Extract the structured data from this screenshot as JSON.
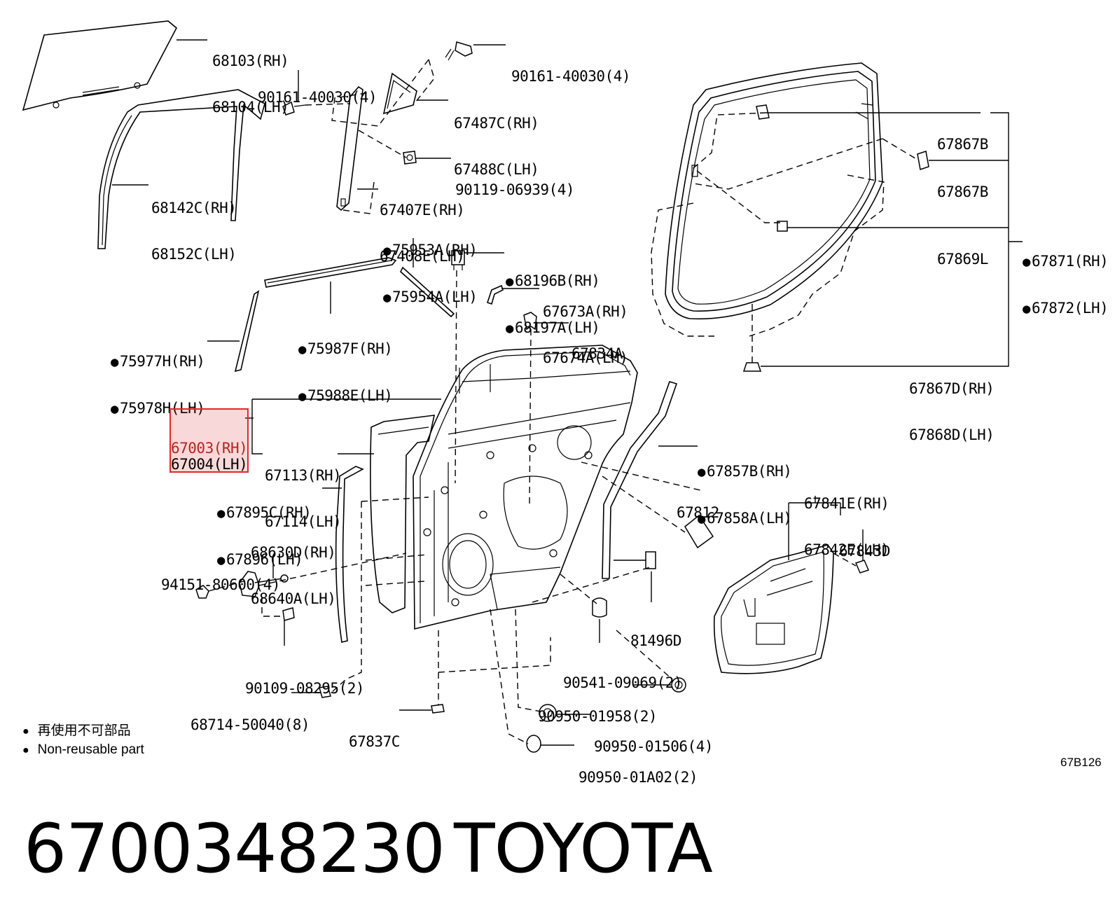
{
  "diagram_code": "67B126",
  "title": {
    "part_number": "6700348230",
    "brand": "TOYOTA"
  },
  "legend": {
    "row_cn": "再使用不可部品",
    "row_en": "Non-reusable part"
  },
  "callouts": {
    "c68103": [
      "68103(RH)",
      "68104(LH)"
    ],
    "c90161a": [
      "90161-40030(4)"
    ],
    "c90161b": [
      "90161-40030(4)"
    ],
    "c67487": [
      "67487C(RH)",
      "67488C(LH)"
    ],
    "c90119": [
      "90119-06939(4)"
    ],
    "c68142": [
      "68142C(RH)",
      "68152C(LH)"
    ],
    "c67407": [
      "67407E(RH)",
      "67408E(LH)"
    ],
    "c75953": [
      "75953A(RH)",
      "75954A(LH)"
    ],
    "c68196": [
      "68196B(RH)",
      "68197A(LH)"
    ],
    "c67673": [
      "67673A(RH)",
      "67674A(LH)"
    ],
    "c67834": [
      "67834A"
    ],
    "c75977": [
      "75977H(RH)",
      "75978H(LH)"
    ],
    "c75987": [
      "75987F(RH)",
      "75988E(LH)"
    ],
    "c67867a": [
      "67867B"
    ],
    "c67867b": [
      "67867B"
    ],
    "c67869": [
      "67869L"
    ],
    "c67871": [
      "67871(RH)",
      "67872(LH)"
    ],
    "c67867d": [
      "67867D(RH)",
      "67868D(LH)"
    ],
    "c67003": [
      "67003(RH)"
    ],
    "c67004": [
      "67004(LH)"
    ],
    "c67113": [
      "67113(RH)",
      "67114(LH)"
    ],
    "c67857": [
      "67857B(RH)",
      "67858A(LH)"
    ],
    "c67895": [
      "67895C(RH)",
      "67896(LH)"
    ],
    "c67812": [
      "67812"
    ],
    "c67841": [
      "67841E(RH)",
      "67842E(LH)"
    ],
    "c68630": [
      "68630D(RH)",
      "68640A(LH)"
    ],
    "c67843": [
      "67843D"
    ],
    "c94151": [
      "94151-80600(4)"
    ],
    "c81496": [
      "81496D"
    ],
    "c90109": [
      "90109-08295(2)"
    ],
    "c90541": [
      "90541-09069(2)"
    ],
    "c90950a": [
      "90950-01958(2)"
    ],
    "c68714": [
      "68714-50040(8)"
    ],
    "c67837": [
      "67837C"
    ],
    "c90950b": [
      "90950-01506(4)"
    ],
    "c90950c": [
      "90950-01A02(2)"
    ]
  }
}
